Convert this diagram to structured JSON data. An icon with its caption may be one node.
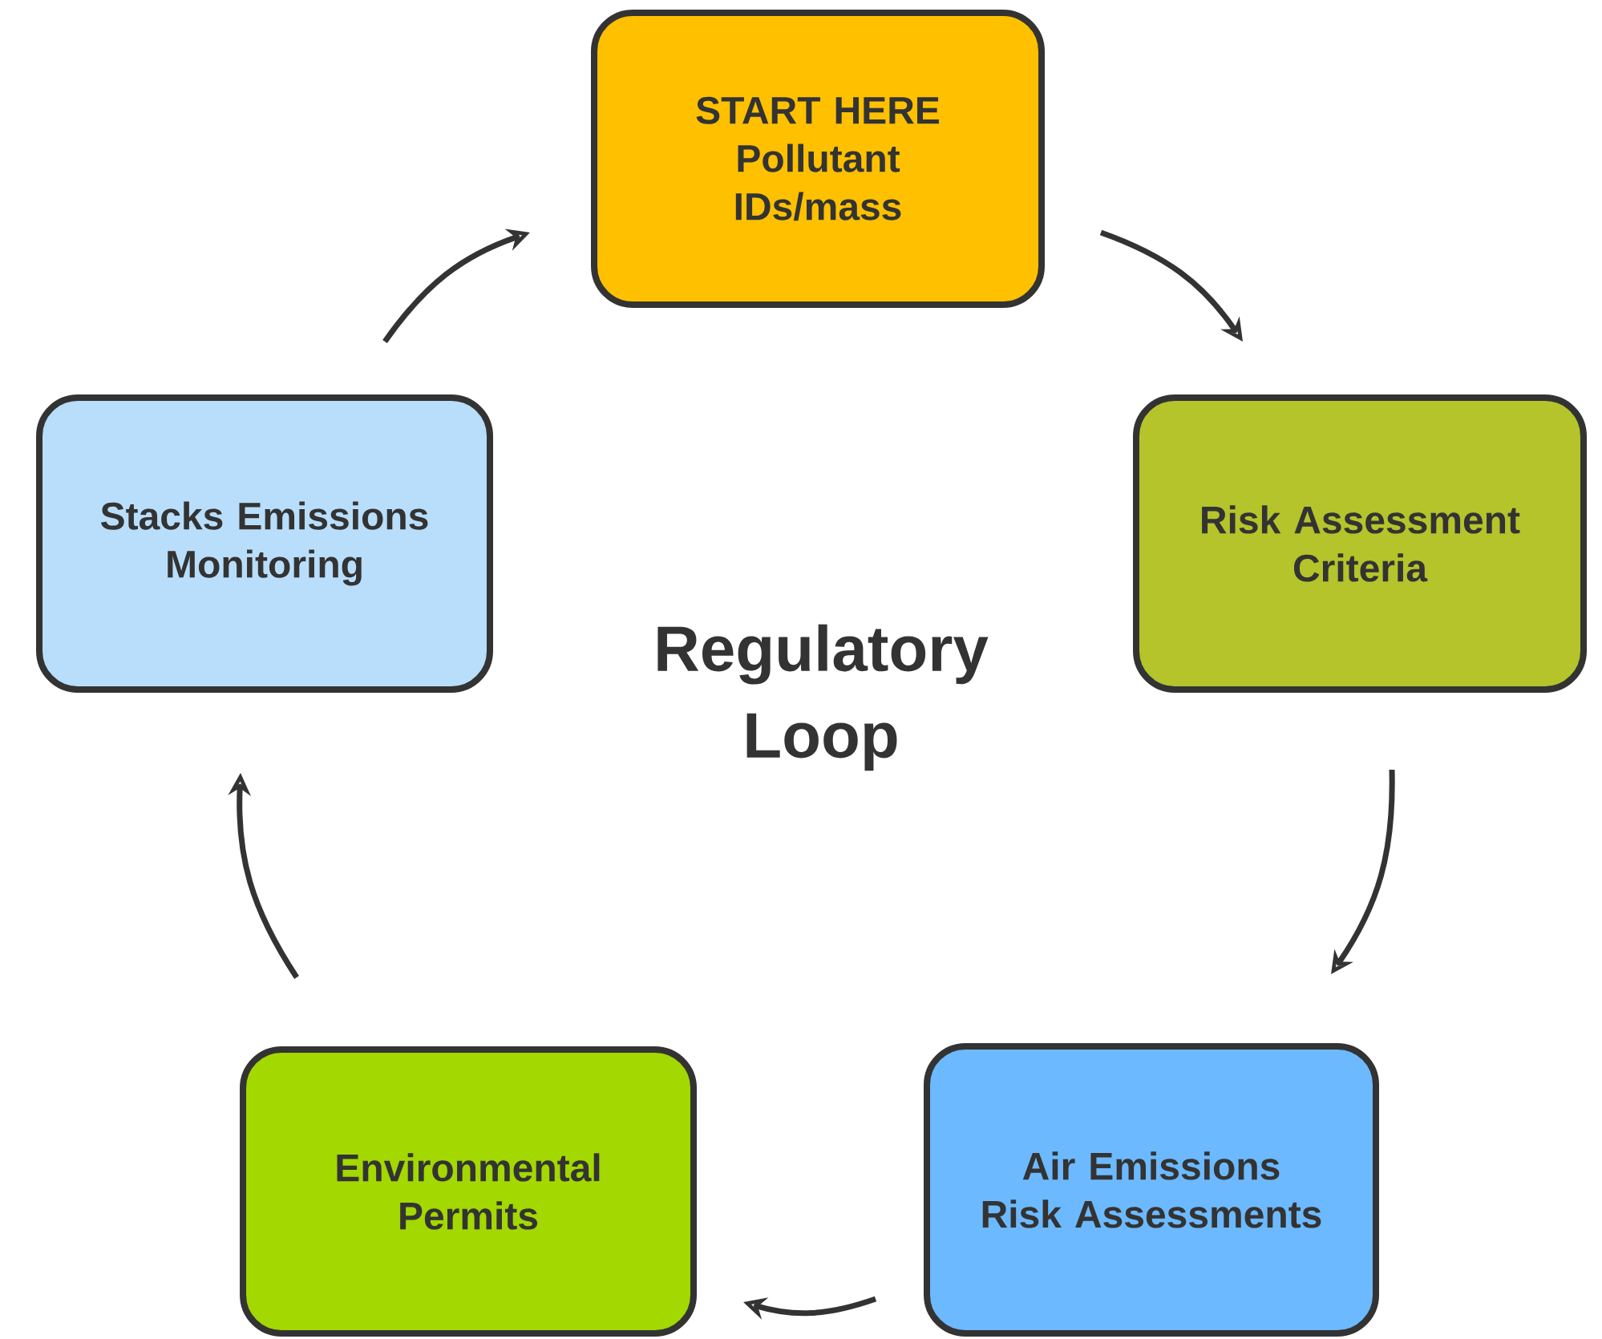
{
  "diagram": {
    "title": "Regulatory Loop",
    "nodes": [
      {
        "text": [
          "START HERE Pollutant IDs/mass"
        ]
      },
      {
        "text": [
          "Risk Assessment Criteria"
        ]
      },
      {
        "text": [
          "Air Emissions Risk Assessments"
        ]
      },
      {
        "text": [
          "Environmental Permits"
        ]
      },
      {
        "text": [
          "Stacks Emissions Monitoring"
        ]
      }
    ],
    "edges": [
      {
        "from": 0,
        "to": 1,
        "arrow": "to"
      },
      {
        "from": 1,
        "to": 2,
        "arrow": "to"
      },
      {
        "from": 2,
        "to": 3,
        "arrow": "to"
      },
      {
        "from": 3,
        "to": 4,
        "arrow": "to"
      },
      {
        "from": 4,
        "to": 0,
        "arrow": "to"
      }
    ]
  }
}
